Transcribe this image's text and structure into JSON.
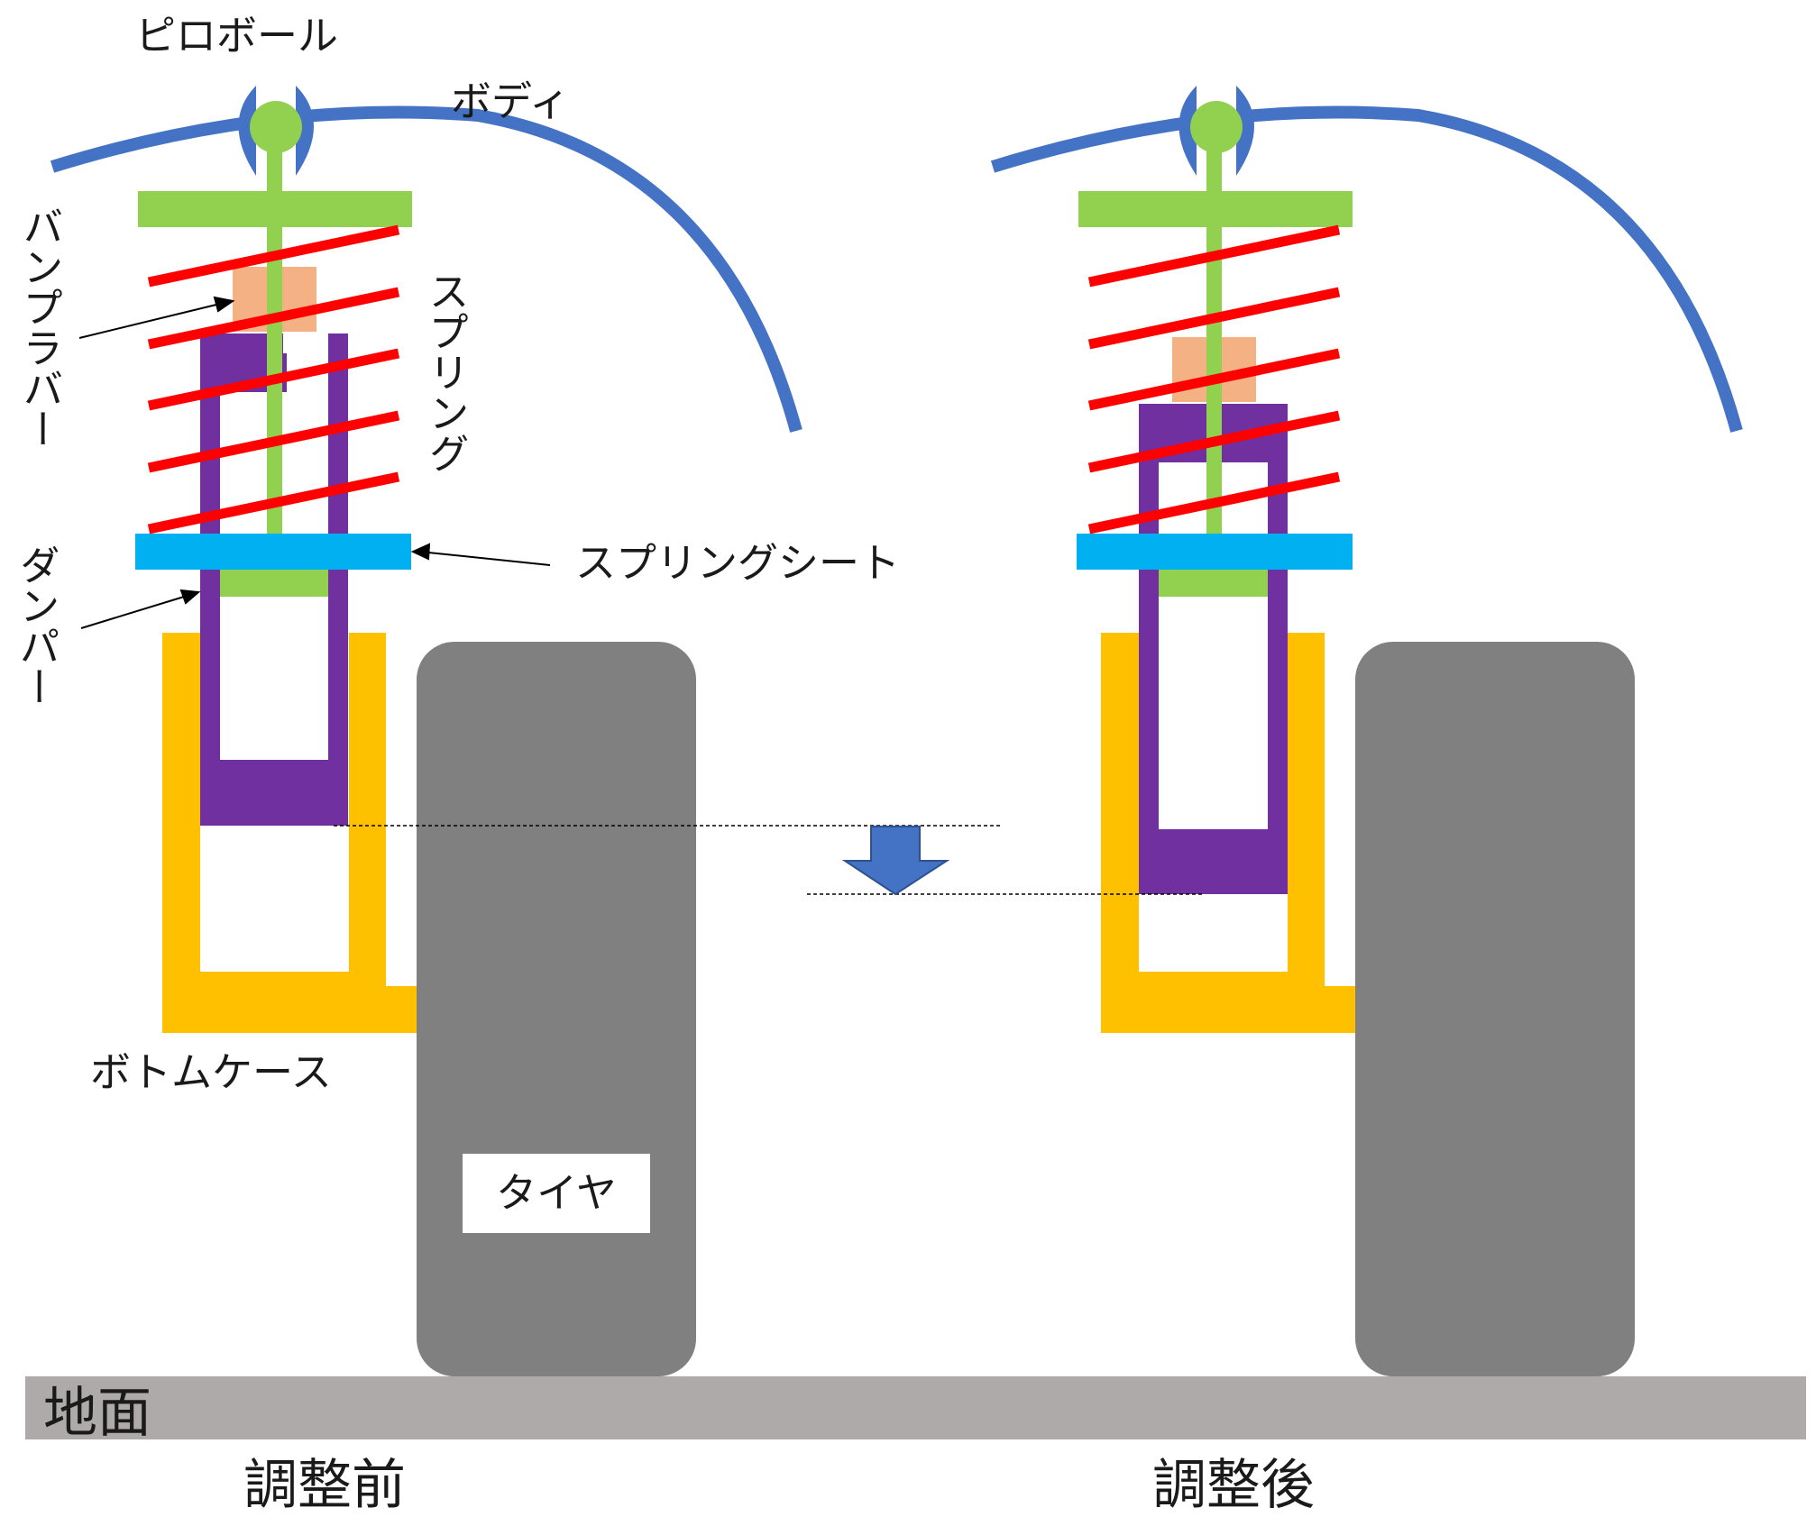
{
  "labels": {
    "pillow_ball": "ピロボール",
    "body": "ボディ",
    "bump_rubber": "バンプラバー",
    "spring": "スプリング",
    "spring_seat": "スプリングシート",
    "damper": "ダンパー",
    "bottom_case": "ボトムケース",
    "tire": "タイヤ",
    "ground": "地面",
    "before": "調整前",
    "after": "調整後"
  },
  "colors": {
    "body_arc": "#4472c4",
    "pillow_ball": "#92d050",
    "rod": "#92d050",
    "spring": "#ff0000",
    "spring_seat": "#00b0f0",
    "damper": "#7030a0",
    "bump_rubber": "#f4b183",
    "bottom_case": "#ffc000",
    "tire": "#808080",
    "ground": "#aeaaaa",
    "arrow": "#4472c4"
  }
}
